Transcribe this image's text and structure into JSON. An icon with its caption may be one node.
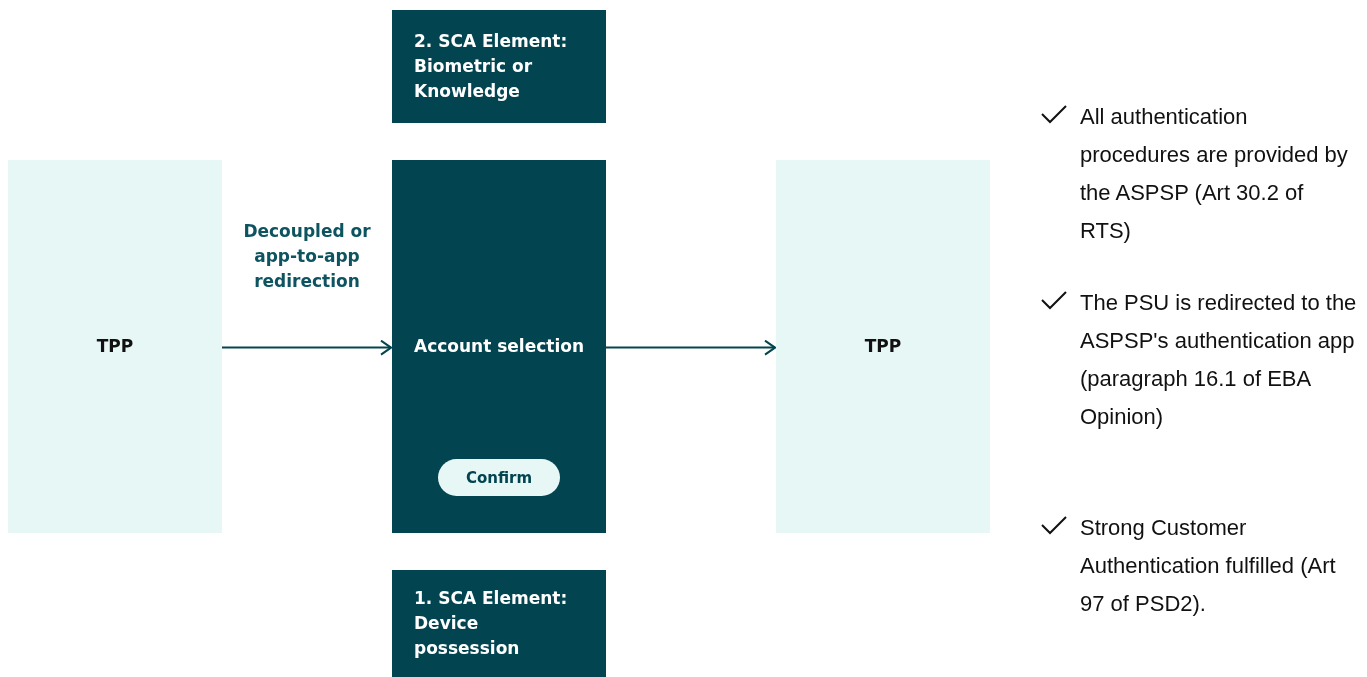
{
  "diagram": {
    "nodes": [
      {
        "text": [
          "2. SCA Element: Biometric or Knowledge"
        ]
      },
      {
        "text": [
          "TPP"
        ]
      },
      {
        "text": [
          "Account selection"
        ]
      },
      {
        "text": [
          "Confirm"
        ],
        "in": 2
      },
      {
        "text": [
          "TPP"
        ]
      },
      {
        "text": [
          "1. SCA Element: Device possession"
        ]
      }
    ],
    "edges": [
      {
        "from": 1,
        "to": 2,
        "arrow": "to",
        "label": "Decoupled or app-to-app redirection"
      },
      {
        "from": 2,
        "to": 4,
        "arrow": "to"
      }
    ],
    "labels": [
      "All authentication procedures are provided by the ASPSP (Art 30.2 of RTS)",
      "The PSU is redirected to the ASPSP's authentication app (paragraph 16.1 of EBA Opinion)",
      "Strong Customer Authentication fulfilled (Art 97 of PSD2)."
    ]
  }
}
